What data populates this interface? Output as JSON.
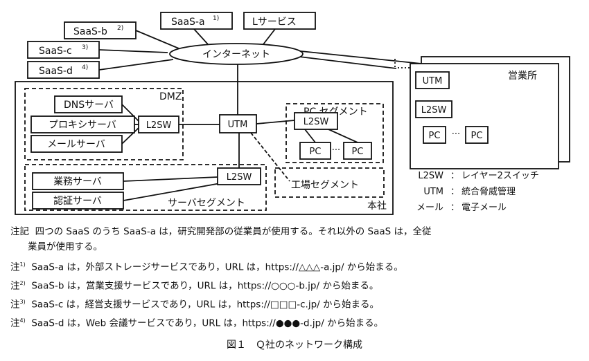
{
  "diagram": {
    "saas_a": "SaaS-a",
    "saas_a_sup": "1)",
    "l_service": "Lサービス",
    "saas_b": "SaaS-b",
    "saas_b_sup": "2)",
    "saas_c": "SaaS-c",
    "saas_c_sup": "3)",
    "saas_d": "SaaS-d",
    "saas_d_sup": "4)",
    "internet": "インターネット",
    "sales_office": "営業所",
    "utm": "UTM",
    "l2sw": "L2SW",
    "pc": "PC",
    "dots": "···",
    "dmz": "DMZ",
    "dns_server": "DNSサーバ",
    "proxy_server": "プロキシサーバ",
    "mail_server": "メールサーバ",
    "pc_segment": "PC セグメント",
    "business_server": "業務サーバ",
    "auth_server": "認証サーバ",
    "server_segment": "サーバセグメント",
    "factory_segment": "工場セグメント",
    "head_office": "本社"
  },
  "legend": [
    {
      "abbr": "L2SW",
      "sep": "：",
      "desc": "レイヤー2スイッチ"
    },
    {
      "abbr": "UTM",
      "sep": "：",
      "desc": "統合脅威管理"
    },
    {
      "abbr": "メール",
      "sep": "：",
      "desc": "電子メール"
    }
  ],
  "notes": {
    "main_label": "注記",
    "main_line1": "四つの SaaS のうち SaaS-a は，研究開発部の従業員が使用する。それ以外の SaaS は，全従",
    "main_line2": "業員が使用する。",
    "n1_label": "注",
    "n1_sup": "1)",
    "n1_text": "SaaS-a は，外部ストレージサービスであり，URL は，https://△△△-a.jp/ から始まる。",
    "n2_label": "注",
    "n2_sup": "2)",
    "n2_text": "SaaS-b は，営業支援サービスであり，URL は，https://○○○-b.jp/ から始まる。",
    "n3_label": "注",
    "n3_sup": "3)",
    "n3_text": "SaaS-c は，経営支援サービスであり，URL は，https://□□□-c.jp/ から始まる。",
    "n4_label": "注",
    "n4_sup": "4)",
    "n4_text": "SaaS-d は，Web 会議サービスであり，URL は，https://●●●-d.jp/ から始まる。"
  },
  "figure_title": "図１　Ｑ社のネットワーク構成"
}
